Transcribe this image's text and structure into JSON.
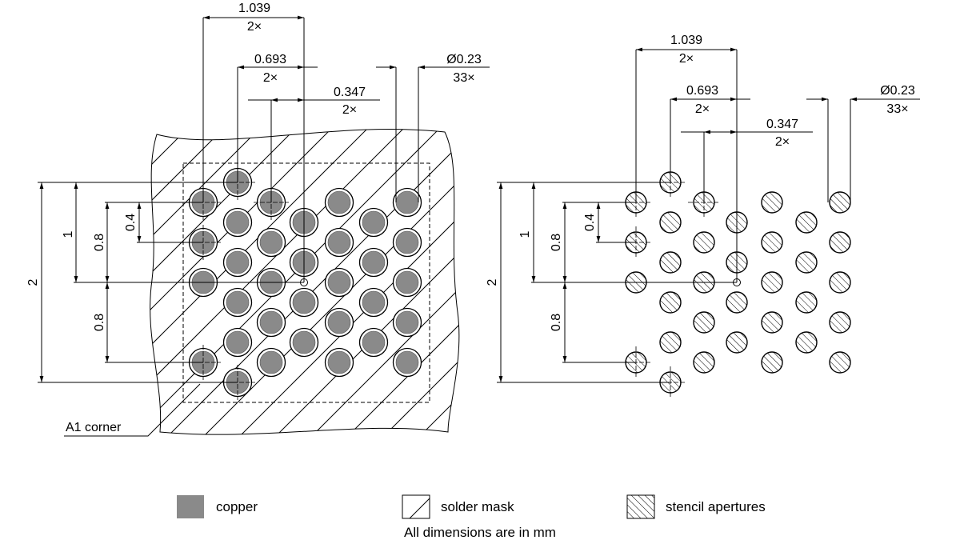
{
  "footnote": "All dimensions are in mm",
  "left_view": {
    "dims": {
      "pitch_2x_top": "1.039",
      "pitch_2x_bottom": "2×",
      "pitch_mid_top": "0.693",
      "pitch_mid_bottom": "2×",
      "pitch_small_top": "0.347",
      "pitch_small_bottom": "2×",
      "dia_top": "Ø0.23",
      "dia_bottom": "33×",
      "v_total": "2",
      "v_half": "1",
      "v_upper": "0.8",
      "v_lower": "0.8",
      "v_step": "0.4"
    },
    "corner_label": "A1 corner"
  },
  "right_view": {
    "dims": {
      "pitch_2x_top": "1.039",
      "pitch_2x_bottom": "2×",
      "pitch_mid_top": "0.693",
      "pitch_mid_bottom": "2×",
      "pitch_small_top": "0.347",
      "pitch_small_bottom": "2×",
      "dia_top": "Ø0.23",
      "dia_bottom": "33×",
      "v_total": "2",
      "v_half": "1",
      "v_upper": "0.8",
      "v_lower": "0.8",
      "v_step": "0.4"
    }
  },
  "legend": {
    "copper": "copper",
    "solder_mask": "solder mask",
    "stencil": "stencil apertures"
  },
  "colors": {
    "copper": "#8a8a8a",
    "line": "#000000",
    "background": "#ffffff"
  }
}
